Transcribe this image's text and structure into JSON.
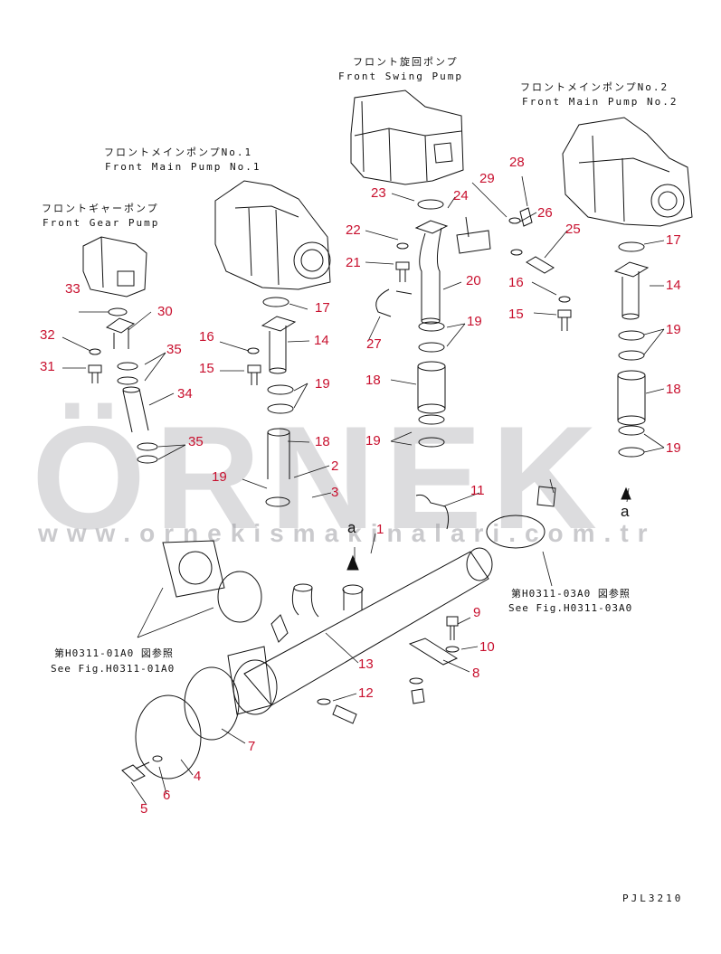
{
  "watermark": {
    "brand": "ÖRNEK",
    "url": "www.ornekismakinalari.com.tr"
  },
  "titles": [
    {
      "id": "front-swing-pump",
      "jp": "フロント旋回ポンプ",
      "en": "Front Swing Pump"
    },
    {
      "id": "front-main-pump-2",
      "jp": "フロントメインポンプNo.2",
      "en": "Front Main Pump No.2"
    },
    {
      "id": "front-main-pump-1",
      "jp": "フロントメインポンプNo.1",
      "en": "Front Main Pump No.1"
    },
    {
      "id": "front-gear-pump",
      "jp": "フロントギャーポンプ",
      "en": "Front Gear Pump"
    }
  ],
  "references": [
    {
      "id": "ref-h0311-01a0",
      "jp": "第H0311-01A0 図参照",
      "en": "See Fig.H0311-01A0"
    },
    {
      "id": "ref-h0311-03a0",
      "jp": "第H0311-03A0 図参照",
      "en": "See Fig.H0311-03A0"
    }
  ],
  "view_marker": "a",
  "drawing_code": "PJL3210",
  "callouts": [
    "1",
    "2",
    "3",
    "4",
    "5",
    "6",
    "7",
    "8",
    "9",
    "10",
    "11",
    "12",
    "13",
    "14",
    "15",
    "16",
    "17",
    "18",
    "19",
    "20",
    "21",
    "22",
    "23",
    "24",
    "25",
    "26",
    "27",
    "28",
    "29",
    "30",
    "31",
    "32",
    "33",
    "34",
    "35"
  ],
  "colors": {
    "callout": "#c8102e",
    "line": "#111111",
    "watermark": "#96969b"
  }
}
